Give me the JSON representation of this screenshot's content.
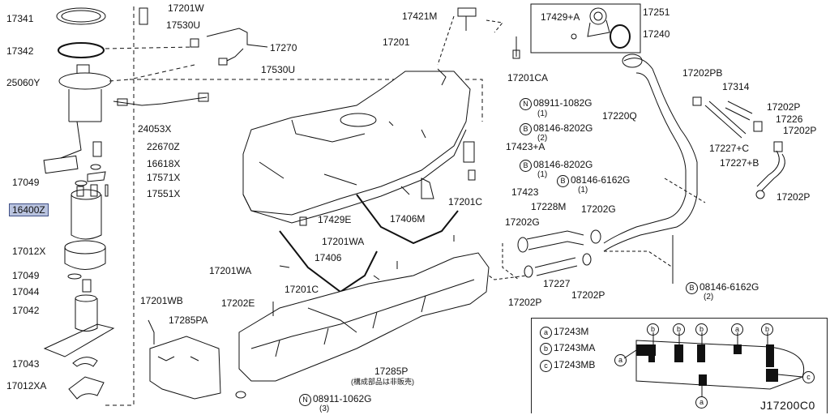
{
  "diagram_code": "J17200C0",
  "labels": {
    "p17341": "17341",
    "p17342": "17342",
    "p25060Y": "25060Y",
    "p17201W": "17201W",
    "p17530U_top": "17530U",
    "p17270": "17270",
    "p17530U_bot": "17530U",
    "p24053X": "24053X",
    "p22670Z": "22670Z",
    "p16618X": "16618X",
    "p17571X": "17571X",
    "p17551X": "17551X",
    "p17049_a": "17049",
    "p16400Z": "16400Z",
    "p17012X": "17012X",
    "p17049_b": "17049",
    "p17044": "17044",
    "p17042": "17042",
    "p17043": "17043",
    "p17012XA": "17012XA",
    "p17421M": "17421M",
    "p17201": "17201",
    "p17429A": "17429+A",
    "p17251": "17251",
    "p17240": "17240",
    "p17201CA": "17201CA",
    "p08911_1082G": "08911-1082G",
    "p08911_1082G_qty": "(1)",
    "p08146_8202G_a": "08146-8202G",
    "p08146_8202G_a_qty": "(2)",
    "p17423A": "17423+A",
    "p08146_8202G_b": "08146-8202G",
    "p08146_8202G_b_qty": "(1)",
    "p08146_6162G_a": "08146-6162G",
    "p08146_6162G_a_qty": "(1)",
    "p17423": "17423",
    "p17202PB": "17202PB",
    "p17314": "17314",
    "p17220Q": "17220Q",
    "p17202P_a": "17202P",
    "p17226": "17226",
    "p17202P_b": "17202P",
    "p17227C": "17227+C",
    "p17227B": "17227+B",
    "p17202P_c": "17202P",
    "p17429E": "17429E",
    "p17406M": "17406M",
    "p17201C_a": "17201C",
    "p17228M": "17228M",
    "p17202G_a": "17202G",
    "p17202G_b": "17202G",
    "p17201WA_a": "17201WA",
    "p17406": "17406",
    "p17201WA_b": "17201WA",
    "p17201C_b": "17201C",
    "p17227": "17227",
    "p17202P_d": "17202P",
    "p17202P_e": "17202P",
    "p08146_6162G_b": "08146-6162G",
    "p08146_6162G_b_qty": "(2)",
    "p17201WB": "17201WB",
    "p17285PA": "17285PA",
    "p17202E": "17202E",
    "p17285P": "17285P",
    "p17285P_note": "(構成部品は非販売)",
    "p08911_1062G": "08911-1062G",
    "p08911_1062G_qty": "(3)"
  },
  "prefix_badges": {
    "N": "N",
    "B": "B"
  },
  "legend": {
    "items": [
      {
        "badge": "a",
        "part": "17243M"
      },
      {
        "badge": "b",
        "part": "17243MA"
      },
      {
        "badge": "c",
        "part": "17243MB"
      }
    ]
  }
}
